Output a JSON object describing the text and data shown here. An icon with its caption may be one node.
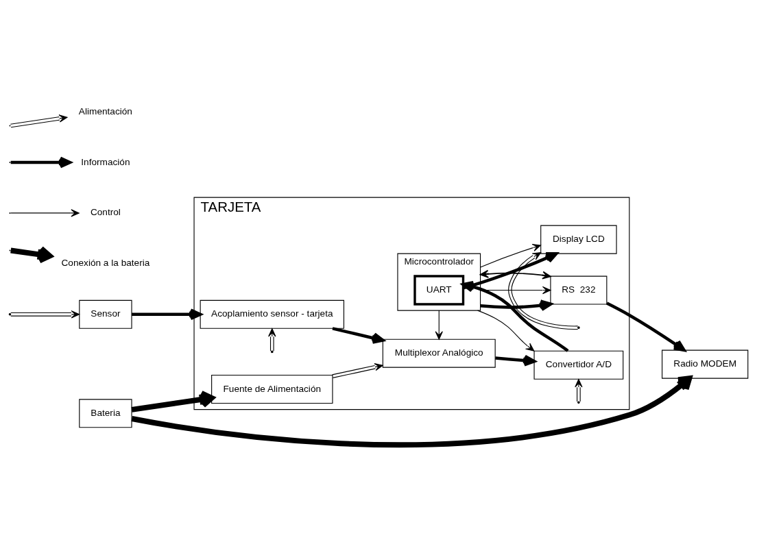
{
  "diagram": {
    "nodes": [
      {
        "text": [
          "TARJETA"
        ]
      },
      {
        "text": [
          "Convertidor A/D"
        ],
        "in": 0
      },
      {
        "text": [
          "Display LCD"
        ],
        "in": 0
      },
      {
        "text": [
          "Sensor"
        ]
      },
      {
        "text": [
          "Acoplamiento sensor - tarjeta"
        ],
        "in": 0
      },
      {
        "text": [
          "Multiplexor Analógico"
        ],
        "in": 0
      },
      {
        "text": [
          "Microcontrolador"
        ],
        "in": 0
      },
      {
        "text": [
          "UART"
        ],
        "in": 6
      },
      {
        "text": [
          "Bateria"
        ]
      },
      {
        "text": [
          "Fuente de Alimentación"
        ],
        "in": 0
      },
      {
        "text": [
          "RS  232"
        ],
        "in": 0
      },
      {
        "text": [
          "Radio MODEM"
        ]
      }
    ],
    "edges": [
      {
        "from": 3,
        "to": 4,
        "arrow": "to",
        "style": "thick"
      },
      {
        "from": 4,
        "to": 5,
        "arrow": "to",
        "style": "thick"
      },
      {
        "from": 5,
        "to": 1,
        "arrow": "to",
        "style": "thick"
      },
      {
        "from": 1,
        "to": 7,
        "arrow": "to",
        "style": "thick"
      },
      {
        "from": 7,
        "to": 2,
        "arrow": "to",
        "style": "thick"
      },
      {
        "from": 6,
        "to": 10,
        "arrow": "to",
        "style": "thick"
      },
      {
        "from": 10,
        "to": 11,
        "arrow": "to",
        "style": "thick"
      },
      {
        "from": 8,
        "to": 9,
        "arrow": "to",
        "style": "thick"
      },
      {
        "from": 8,
        "to": 11,
        "arrow": "to",
        "style": "thick"
      },
      {
        "from": 6,
        "to": 1,
        "arrow": "to"
      },
      {
        "from": 6,
        "to": 5,
        "arrow": "to"
      },
      {
        "from": 6,
        "to": 2,
        "arrow": "to"
      },
      {
        "from": 6,
        "to": 10,
        "arrow": "to"
      },
      {
        "from": 9,
        "to": 5,
        "arrow": "to"
      },
      {
        "from": 10,
        "to": 6,
        "arrow": "both"
      },
      {
        "from": null,
        "to": 3,
        "arrow": "to"
      },
      {
        "from": null,
        "to": 4,
        "arrow": "to"
      },
      {
        "from": null,
        "to": 1,
        "arrow": "to"
      },
      {
        "from": null,
        "to": 2,
        "arrow": "to"
      }
    ],
    "legend": [
      {
        "text": "Alimentación"
      },
      {
        "text": "Información"
      },
      {
        "text": "Control"
      },
      {
        "text": "Conexión a la bateria"
      }
    ]
  }
}
